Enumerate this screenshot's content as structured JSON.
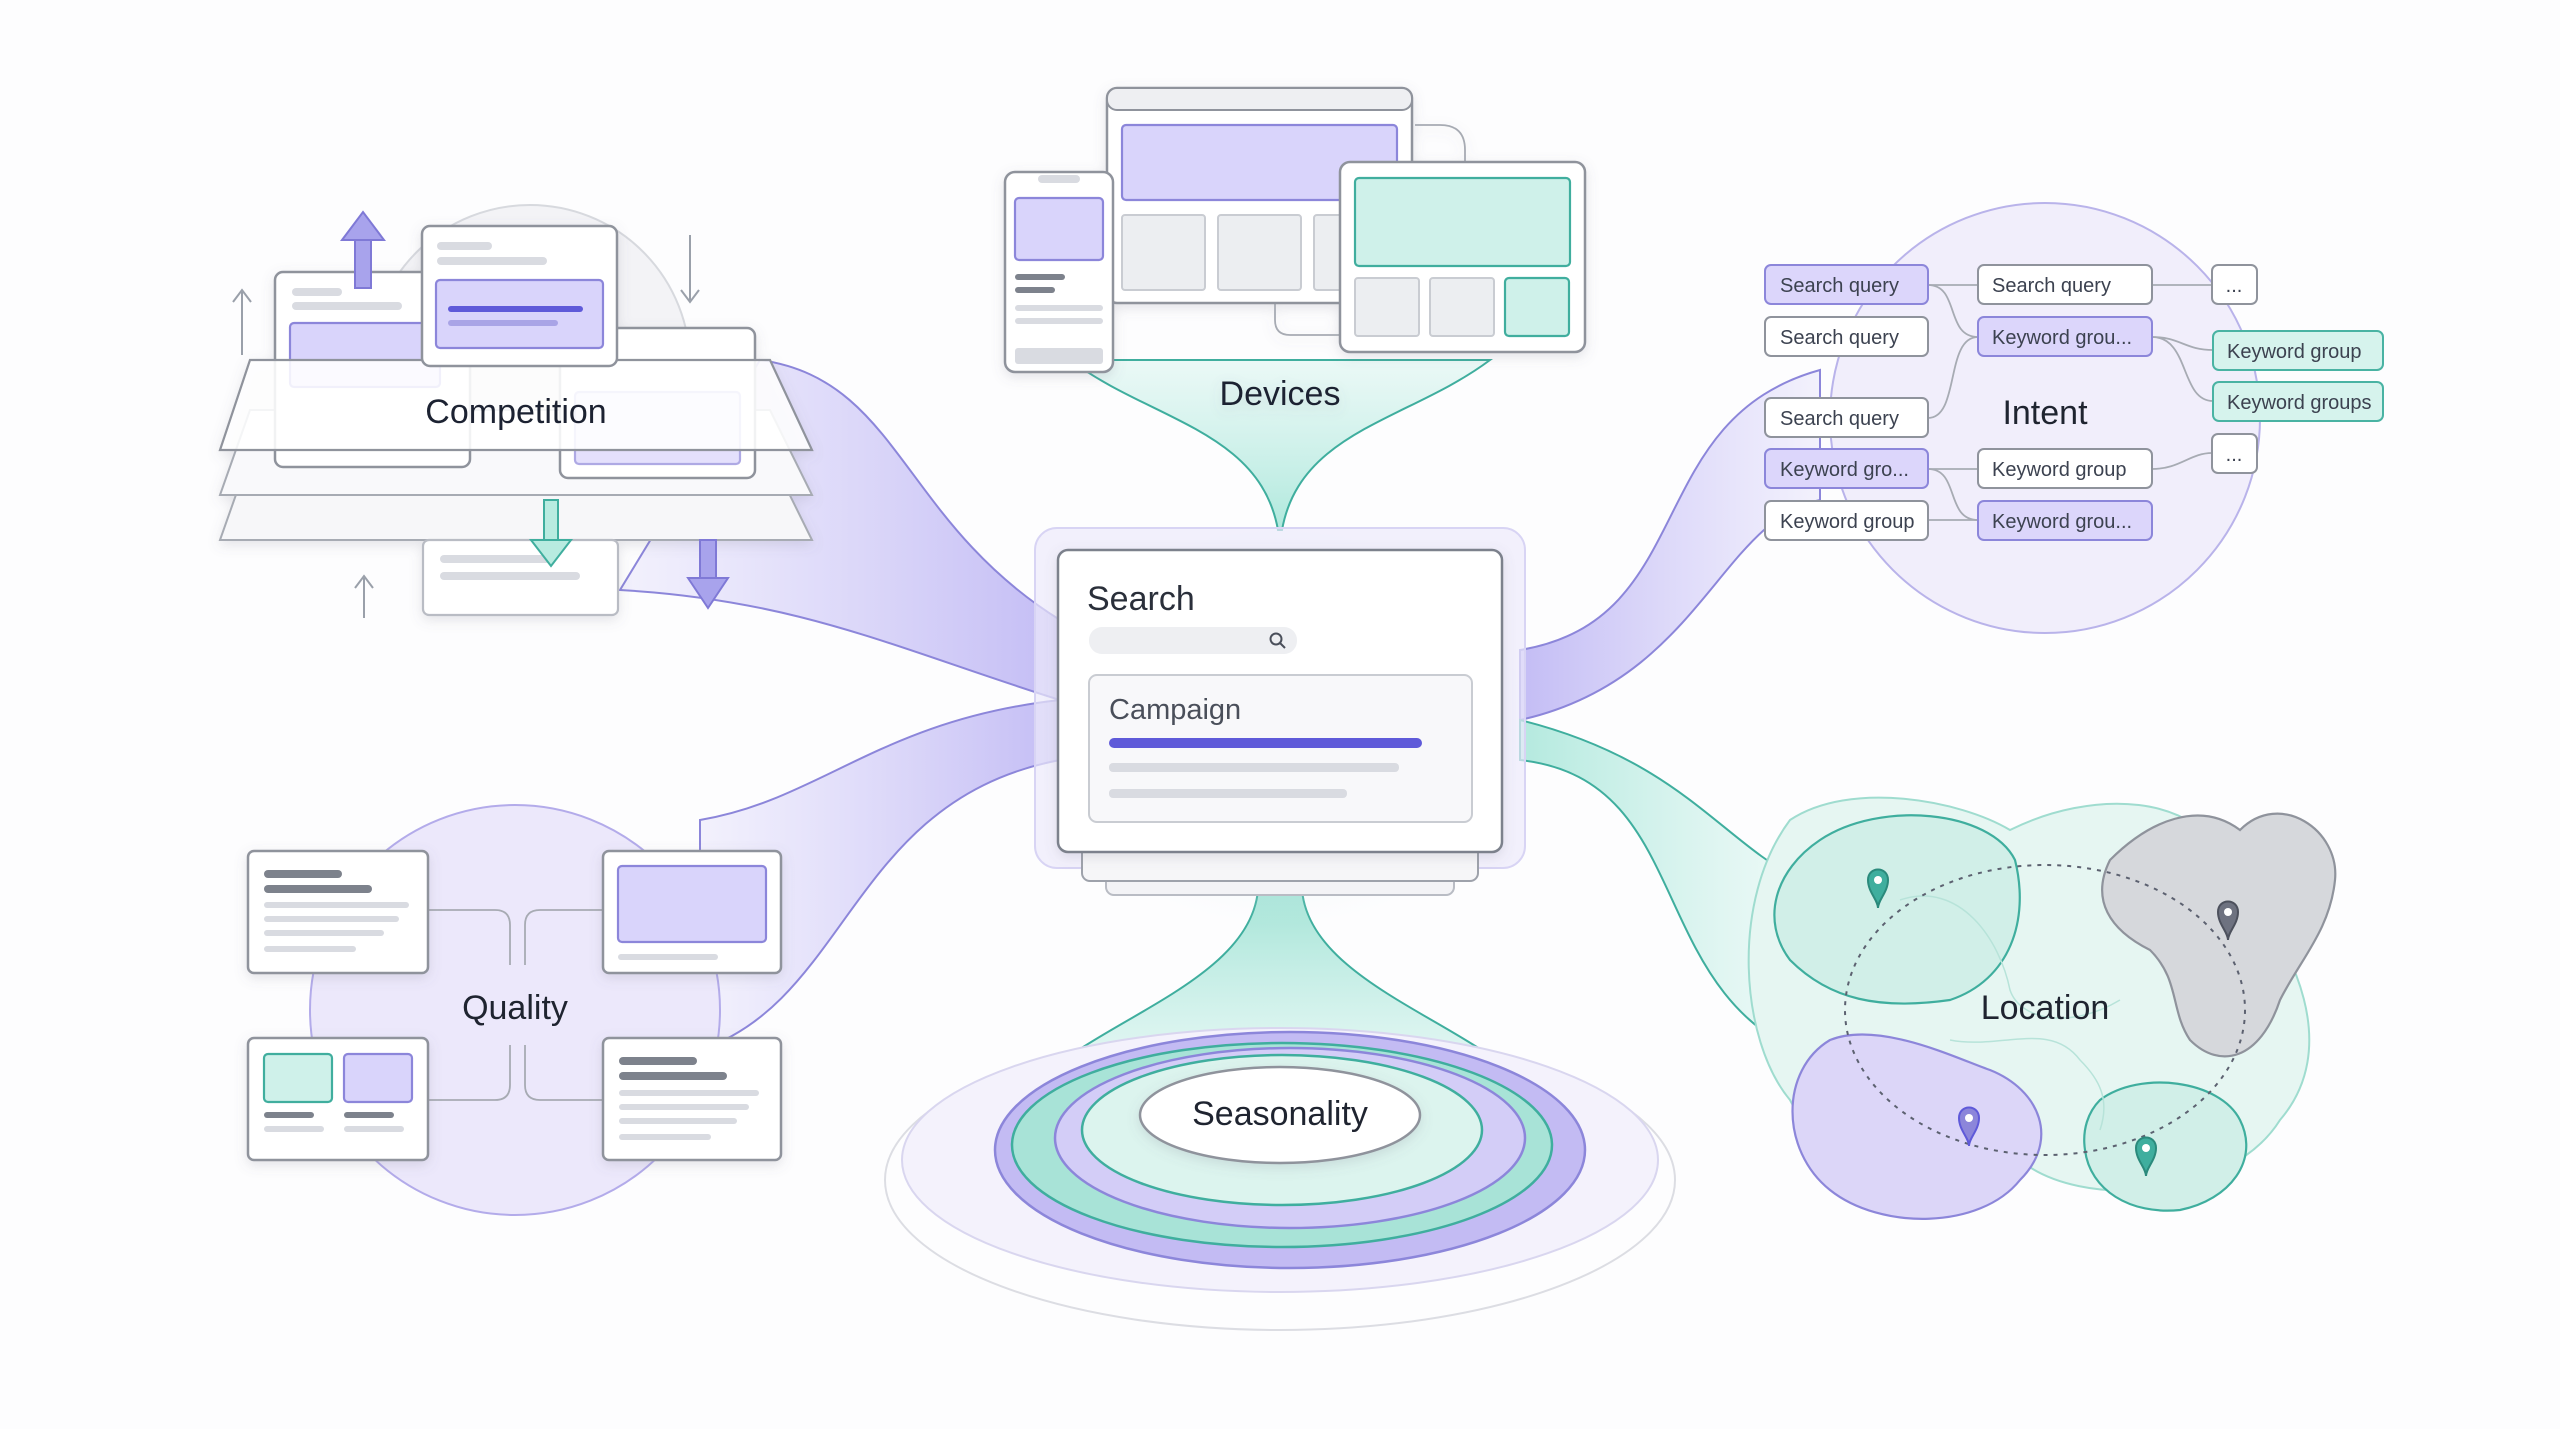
{
  "nodes": {
    "competition": "Competition",
    "devices": "Devices",
    "intent": "Intent",
    "quality": "Quality",
    "seasonality": "Seasonality",
    "location": "Location"
  },
  "center": {
    "title": "Search",
    "campaign": "Campaign"
  },
  "intent_chips": {
    "col1": [
      "Search query",
      "Search query",
      "Search query",
      "Keyword gro...",
      "Keyword group"
    ],
    "col2": [
      "Search query",
      "Keyword grou...",
      "Keyword group",
      "Keyword grou..."
    ],
    "col3": [
      "...",
      "Keyword group",
      "Keyword groups",
      "..."
    ]
  },
  "colors": {
    "purple": "#8c86da",
    "purple_fill": "#d9d4fb",
    "teal": "#3fae9e",
    "teal_fill": "#cff1ea",
    "accent_bar": "#5f5ad9"
  },
  "icons": [
    "search-icon",
    "map-pin-icon",
    "arrow-up-icon",
    "arrow-down-icon"
  ]
}
